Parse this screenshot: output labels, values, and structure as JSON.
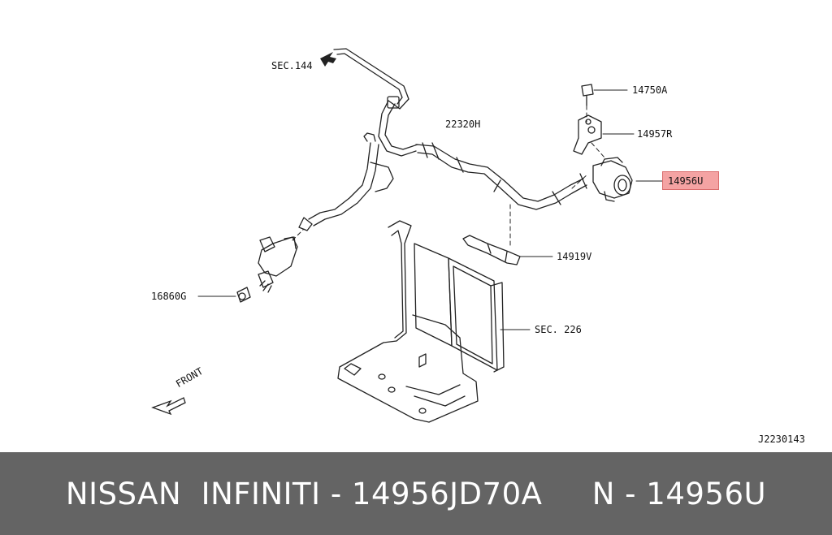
{
  "diagram": {
    "labels": {
      "sec144": "SEC.144",
      "p22320h": "22320H",
      "p14750a": "14750A",
      "p14957r": "14957R",
      "p14956u": "14956U",
      "p14919v": "14919V",
      "p16860g": "16860G",
      "sec226": "SEC. 226",
      "front": "FRONT",
      "code": "J2230143"
    },
    "highlight_color": "#f4a3a3"
  },
  "footer": {
    "text": "NISSAN  INFINITI - 14956JD70A     N - 14956U",
    "background": "#646464"
  }
}
